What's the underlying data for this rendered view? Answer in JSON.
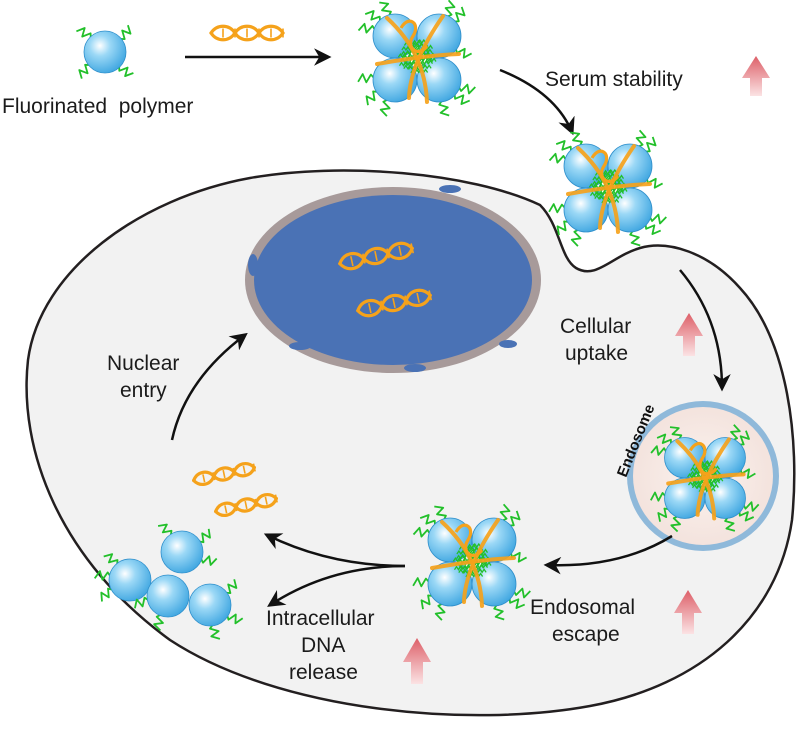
{
  "labels": {
    "fluorinated_polymer": "Fluorinated  polymer",
    "serum_stability": "Serum stability",
    "cellular_line1": "Cellular",
    "cellular_line2": "uptake",
    "endosome": "Endosome",
    "endosomal_line1": "Endosomal",
    "endosomal_line2": "escape",
    "intracellular_line1": "Intracellular",
    "intracellular_line2": "DNA",
    "intracellular_line3": "release",
    "nuclear_line1": "Nuclear",
    "nuclear_line2": "entry"
  },
  "colors": {
    "background": "#ffffff",
    "cell_fill": "#f2f2f2",
    "cell_stroke": "#231f20",
    "nucleus_fill": "#4a72b5",
    "nucleus_rim": "#a79a9a",
    "dna": "#f5a21b",
    "sphere": "#55b6ea",
    "fluorine_chain": "#22c02a",
    "arrow": "#111111",
    "up_arrow": "#e2737b",
    "endosome_fill": "#f7ebe6",
    "endosome_rim": "#8fb9da"
  }
}
